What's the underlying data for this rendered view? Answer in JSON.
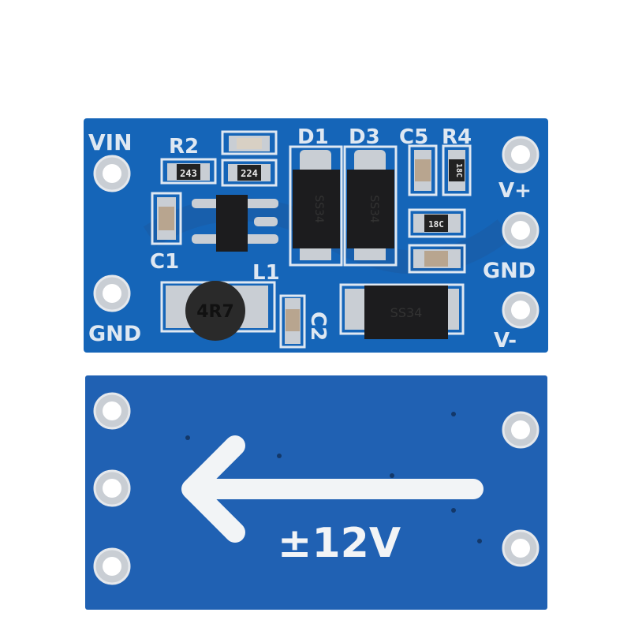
{
  "colors": {
    "board_top": "#1565b8",
    "board_bottom": "#2061b3",
    "silkscreen": "#dfe8f2",
    "pad": "#c9ced4"
  },
  "top_board": {
    "labels": {
      "vin": "VIN",
      "gnd_left": "GND",
      "r2": "R2",
      "d1": "D1",
      "d3": "D3",
      "c5": "C5",
      "r4": "R4",
      "v_plus": "V+",
      "gnd_right": "GND",
      "v_minus": "V-",
      "c1": "C1",
      "l1": "L1",
      "c2": "C2"
    },
    "markings": {
      "r2": "243",
      "r_top": "224",
      "r4": "18C",
      "r_mid": "18C",
      "inductor": "4R7",
      "diode": "SS34"
    }
  },
  "bottom_board": {
    "voltage_label": "±12V",
    "arrow_direction": "left"
  }
}
